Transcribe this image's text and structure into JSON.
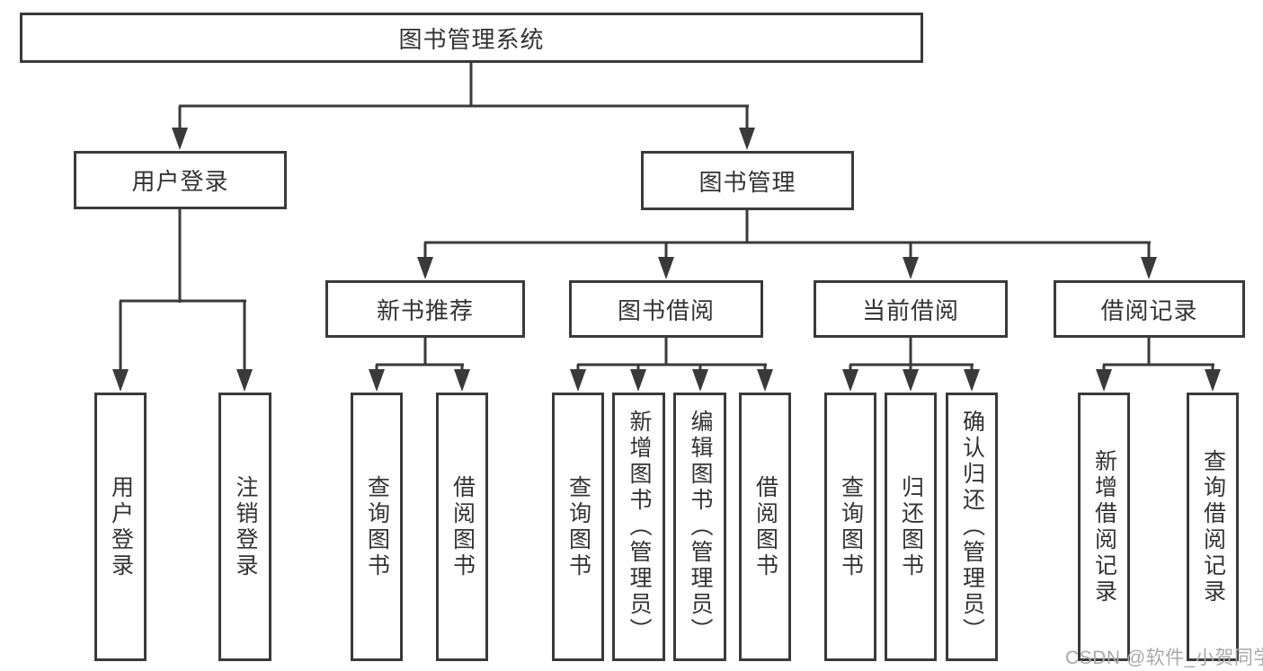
{
  "colors": {
    "line": "#3a3a3a",
    "box_border": "#3a3a3a",
    "text": "#333333",
    "watermark": "#a9a9a9",
    "background": "#ffffff"
  },
  "nodes": {
    "root": {
      "label": "图书管理系统"
    },
    "user_login": {
      "label": "用户登录"
    },
    "book_mgmt": {
      "label": "图书管理"
    },
    "new_book_rec": {
      "label": "新书推荐"
    },
    "book_borrow": {
      "label": "图书借阅"
    },
    "current_borrow": {
      "label": "当前借阅"
    },
    "borrow_records": {
      "label": "借阅记录"
    },
    "ul_user_login": {
      "label": "用户登录"
    },
    "ul_logout": {
      "label": "注销登录"
    },
    "nbr_query": {
      "label": "查询图书"
    },
    "nbr_borrow": {
      "label": "借阅图书"
    },
    "bb_query": {
      "label": "查询图书"
    },
    "bb_add": {
      "label": "新增图书（管理员）"
    },
    "bb_edit": {
      "label": "编辑图书（管理员）"
    },
    "bb_borrow": {
      "label": "借阅图书"
    },
    "cb_query": {
      "label": "查询图书"
    },
    "cb_return": {
      "label": "归还图书"
    },
    "cb_confirm": {
      "label": "确认归还（管理员）"
    },
    "br_add": {
      "label": "新增借阅记录"
    },
    "br_query": {
      "label": "查询借阅记录"
    }
  },
  "watermark": {
    "text": "CSDN @软件_小贺同学"
  }
}
